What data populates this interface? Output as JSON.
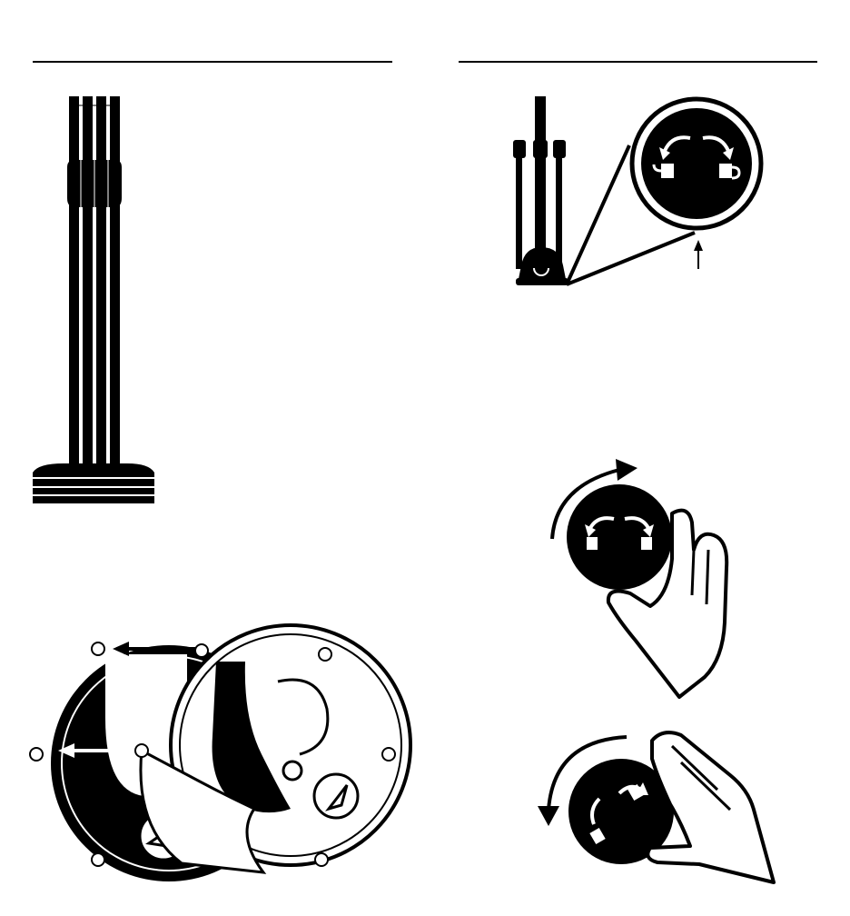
{
  "colors": {
    "ink": "#000000",
    "paper": "#ffffff"
  },
  "sections": [
    {
      "name": "left-column"
    },
    {
      "name": "right-column"
    }
  ],
  "figures": {
    "stand": {
      "tubes": 4,
      "icon": "stand-illustration"
    },
    "stand_lock_detail": {
      "icon": "lock-knob-callout",
      "arrows": [
        "rotate-left-arrow",
        "rotate-right-arrow"
      ]
    },
    "base_plate_assembly": {
      "icon": "base-plate-alignment",
      "arrows": [
        "align-arrow-top",
        "align-arrow-middle"
      ]
    },
    "turn_clockwise": {
      "icon": "hand-turning-knob-clockwise"
    },
    "turn_counterclockwise": {
      "icon": "hand-turning-knob-counterclockwise"
    }
  }
}
